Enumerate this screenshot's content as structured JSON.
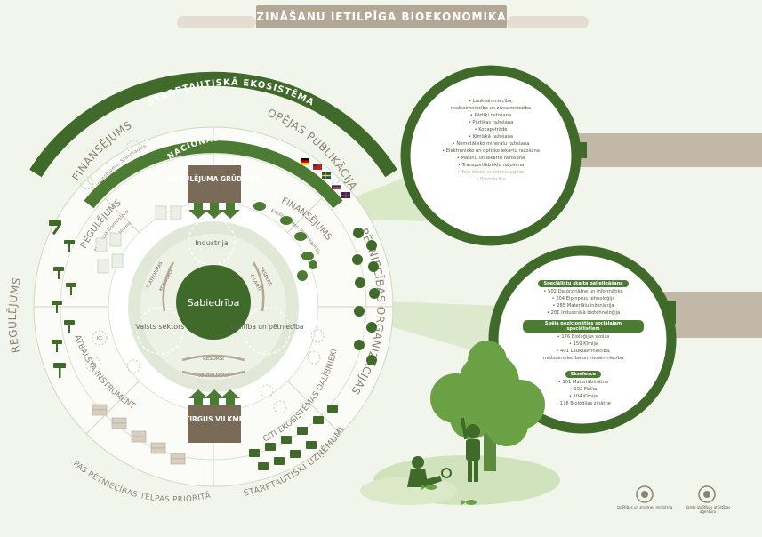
{
  "title": "ZINĀŠANU IETILPĪGA BIOEKONOMIKA",
  "rings": {
    "international": "STARPTAUTISKĀ EKOSISTĒMA",
    "national": "NACIONĀLĀ EKOSISTĒMA"
  },
  "outer_sectors": {
    "financing": "FINANSĒJUMS",
    "financing_sub": "Eiropas finansējums, Starptautiskie fondi",
    "publications": "KOPĒJAS PUBLIKĀCIJAS",
    "research_orgs": "PĒTNIECĪBAS ORGANIZĀCIJAS",
    "regulation": "REGULĒJUMS",
    "eu_priorities": "EIROPAS PĒTNIECĪBAS TELPAS PRIORITĀTES",
    "intl_companies": "STARPTAUTISKI UZŅĒMUMI"
  },
  "middle_sectors": {
    "regulation": "REGULĒJUMS",
    "regulation_sub": "Nacionālā likumdošana",
    "regulation_sub2": "Regulējums",
    "financing": "FINANSĒJUMS",
    "financing_sub": "Kredītiestādes, Riska kapitāls",
    "support": "ATBALSTA INSTRUMENTI",
    "other_participants": "CITI EKOSISTĒMAS DALĪBNIEKI"
  },
  "inner": {
    "core": "Sabiedrība",
    "industry": "Industrija",
    "state": "Valsts sektors",
    "education": "Izglītība un pētniecība",
    "platforms": "PLATFORMAS",
    "consortia": "KONSORCI",
    "experts": "EKSPERTI",
    "talents": "TALANTI",
    "resources": "RESURSI",
    "knowhow": "KNOW-HOW"
  },
  "arrows": {
    "top": "REGULĒJUMA GRŪDIENS",
    "bottom": "TIRGUS VILKME"
  },
  "badges": {
    "kc": "KC",
    "tp": "TP"
  },
  "flags": [
    "germany",
    "usa",
    "sweden",
    "russia",
    "uk"
  ],
  "panel_top": [
    {
      "text": "Lauksaimniecība,",
      "fade": false
    },
    {
      "text": "mežsaimniecība un zivsaimniecība",
      "fade": false
    },
    {
      "text": "Pārtiķi ražošana",
      "fade": false
    },
    {
      "text": "Pārtikas ražošana",
      "fade": false
    },
    {
      "text": "Kokapstrāde",
      "fade": false
    },
    {
      "text": "Ķīmiskā ražošana",
      "fade": false
    },
    {
      "text": "Nemetālisko minerālu ražošana",
      "fade": false
    },
    {
      "text": "Elektronisko un optisko iekārtu ražošana",
      "fade": false
    },
    {
      "text": "Mašīnu un iekārtu ražošana",
      "fade": false
    },
    {
      "text": "Transportlīdzekļu ražošana",
      "fade": false
    },
    {
      "text": "Tajā skaitā ar ūdensapgāde",
      "fade": true
    },
    {
      "text": "Būvniecība",
      "fade": true
    }
  ],
  "panel_bottom": {
    "h1": "Speciālistu skaita palielināšana",
    "g1": [
      "502 Datorzinātne un informātika",
      "204 Elpinprus tehnoloģija",
      "285 Materiālu inženierija",
      "201 Industriālā biotehnoloģija"
    ],
    "h2": "Spēja pozicionēties sociālajam speciālistiem",
    "g2": [
      "176 Bioloģijas skolas",
      "159 Ķīmija",
      "401 Lauksaimniecība,",
      "mežsaimniecība un zivsaimniecība"
    ],
    "h3": "Ekselence",
    "g3": [
      "101 Materiālzinātne",
      "102 Fizika",
      "104 Ķīmija",
      "176 Bioloģijas zinātne"
    ]
  },
  "logos": {
    "left": "Izglītības un zinātnes ministrija",
    "right": "Valsts izglītības attīstības aģentūra"
  },
  "colors": {
    "dark_green": "#3f6a2a",
    "mid_green": "#5b8b3d",
    "light_green": "#a9c98a",
    "beige": "#b3a796",
    "pale_ring": "#dfe5d4",
    "background": "#f2f5ec"
  }
}
